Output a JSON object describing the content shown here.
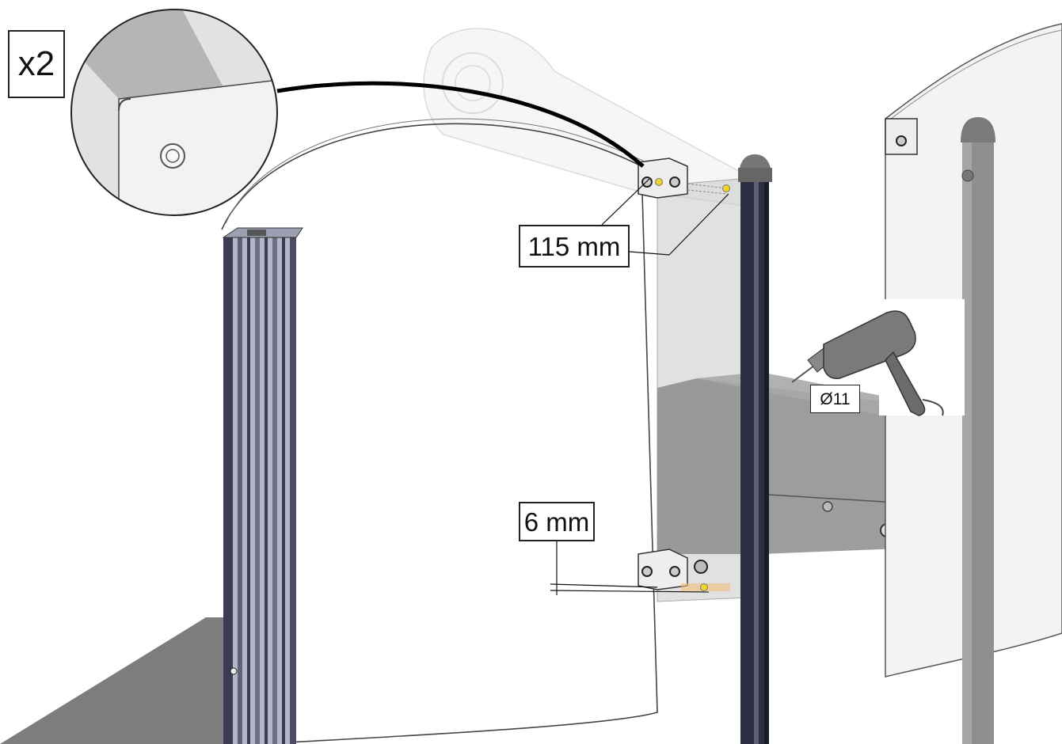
{
  "quantity_label": "x2",
  "dimension_top": "115 mm",
  "dimension_bottom": "6 mm",
  "drill_bit": "Ø11",
  "icons": {
    "detail": "magnifier-detail-icon",
    "drill": "drill-icon"
  },
  "colors": {
    "post_dark": "#2c2f42",
    "post_light": "#b0b3c4",
    "panel_gray": "#8a8a8a",
    "highlight": "#f2d32a"
  }
}
